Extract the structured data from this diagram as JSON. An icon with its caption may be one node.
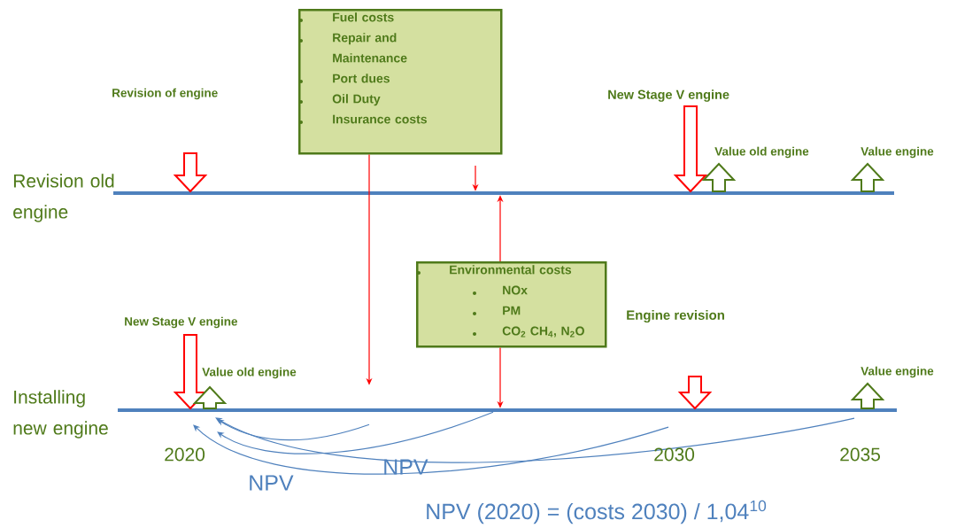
{
  "diagram": {
    "nodes": [
      {
        "text": [
          "Fuel costs",
          "Repair and Maintenance",
          "Port dues",
          "Oil Duty",
          "Insurance costs"
        ]
      },
      {
        "text": [
          "Environmental costs",
          "NOx",
          "PM",
          "CO$_{2}$ CH$_{4}$, N$_{2}$O"
        ]
      },
      {
        "text": [],
        "shape": "bar",
        "beside": [
          "Revision old engine"
        ]
      },
      {
        "text": [],
        "shape": "bar",
        "beside": [
          "Installing new engine"
        ]
      }
    ],
    "edges": [
      {
        "from": 0,
        "to": 3,
        "arrow": "to",
        "color": "#ff0000"
      },
      {
        "from": null,
        "to": 2,
        "arrow": "to",
        "color": "#ff0000"
      },
      {
        "from": 1,
        "to": 2,
        "arrow": "to",
        "color": "#ff0000"
      },
      {
        "from": 1,
        "to": 3,
        "arrow": "to",
        "color": "#ff0000"
      },
      {
        "from": 3,
        "to": 3,
        "arrow": "to",
        "color": "#4f81bd"
      },
      {
        "from": 3,
        "to": 3,
        "arrow": "to",
        "color": "#4f81bd"
      },
      {
        "from": 3,
        "to": 3,
        "arrow": "to",
        "color": "#4f81bd"
      },
      {
        "from": 3,
        "to": 3,
        "arrow": "to",
        "color": "#4f81bd"
      },
      {
        "from": null,
        "to": 2,
        "arrow": "to",
        "style": "thick",
        "color": "#ff0000"
      },
      {
        "from": null,
        "to": 2,
        "arrow": "to",
        "style": "thick",
        "color": "#ff0000"
      },
      {
        "from": null,
        "to": 3,
        "arrow": "to",
        "style": "thick",
        "color": "#ff0000"
      },
      {
        "from": null,
        "to": 3,
        "arrow": "to",
        "style": "thick",
        "color": "#ff0000"
      },
      {
        "from": 2,
        "to": null,
        "arrow": "to",
        "style": "thick",
        "color": "#4f7a1a"
      },
      {
        "from": 2,
        "to": null,
        "arrow": "to",
        "style": "thick",
        "color": "#4f7a1a"
      },
      {
        "from": 3,
        "to": null,
        "arrow": "to",
        "style": "thick",
        "color": "#4f7a1a"
      },
      {
        "from": 3,
        "to": null,
        "arrow": "to",
        "style": "thick",
        "color": "#4f7a1a"
      }
    ],
    "labels": [
      "Revision of engine",
      "New Stage V engine",
      "Value old engine",
      "Value engine",
      "New Stage V engine",
      "Value old engine",
      "Engine revision",
      "Value engine",
      "2020",
      "2030",
      "2035",
      "NPV",
      "NPV",
      "NPV (2020) = (costs 2030) / 1,04$^{10}$"
    ]
  }
}
